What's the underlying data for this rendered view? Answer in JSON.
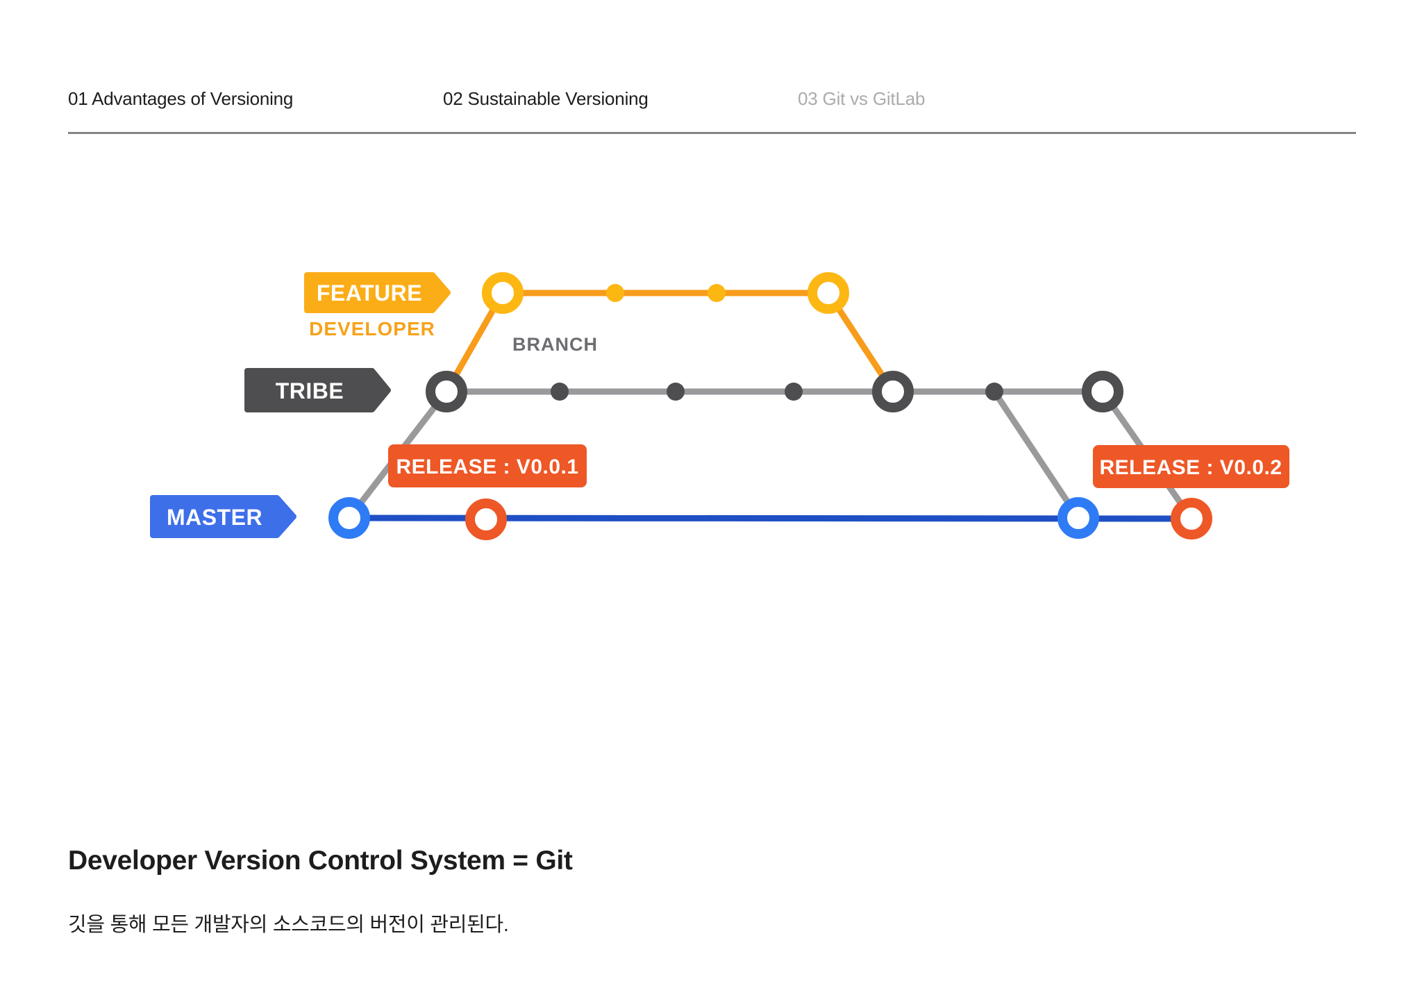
{
  "colors": {
    "gold": "#FDB713",
    "gold-tag": "#FBAD17",
    "orange-line": "#F89C1B",
    "orange-text": "#F7A21B",
    "dark": "#4E4E50",
    "gray-line": "#9A9A9D",
    "gray-text": "#6D6E71",
    "blue-node": "#2F7BF5",
    "blue-tag": "#3D6FE9",
    "blue-line": "#1E4FC4",
    "red": "#EE5726",
    "ink": "#1D1D1D",
    "nav-inactive": "#ABABAB",
    "divider": "#848484"
  },
  "nav": {
    "items": [
      {
        "label": "01 Advantages of Versioning",
        "active": true
      },
      {
        "label": "02 Sustainable Versioning",
        "active": true
      },
      {
        "label": "03 Git vs GitLab",
        "active": false
      }
    ]
  },
  "diagram": {
    "feature_tag": "FEATURE",
    "feature_sub": "DEVELOPER",
    "branch_caption": "BRANCH",
    "tribe_tag": "TRIBE",
    "master_tag": "MASTER",
    "release_1": "RELEASE : V0.0.1",
    "release_2": "RELEASE : V0.0.2"
  },
  "footer": {
    "title": "Developer Version Control System = Git",
    "subtitle": "깃을 통해 모든 개발자의 소스코드의 버전이 관리된다."
  }
}
